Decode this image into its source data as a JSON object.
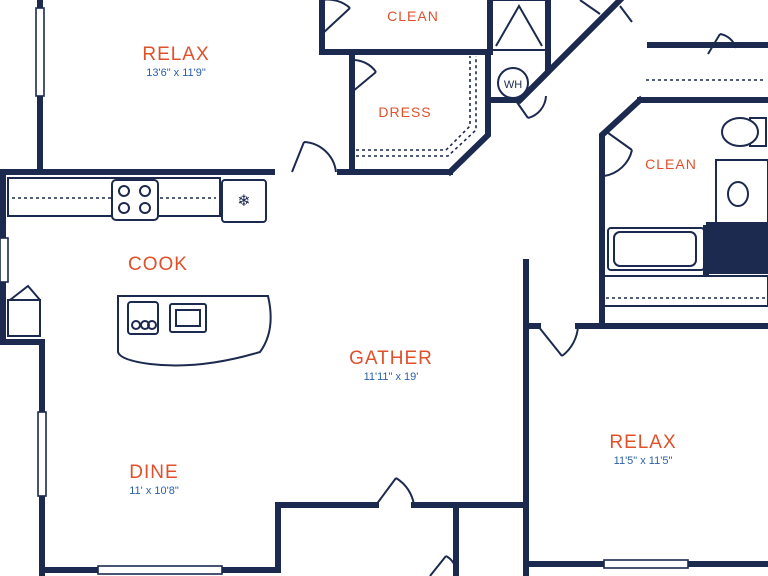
{
  "colors": {
    "walls": "#1b2a4e",
    "room_labels": "#e0502a",
    "dimensions": "#2b5fa8"
  },
  "rooms": {
    "relax_top": {
      "name": "RELAX",
      "size": "13'6\" x 11'9\""
    },
    "clean_top": {
      "name": "CLEAN"
    },
    "dress": {
      "name": "DRESS"
    },
    "clean_right": {
      "name": "CLEAN"
    },
    "cook": {
      "name": "COOK"
    },
    "gather": {
      "name": "GATHER",
      "size": "11'11\" x 19'"
    },
    "dine": {
      "name": "DINE",
      "size": "11' x 10'8\""
    },
    "relax_bottom": {
      "name": "RELAX",
      "size": "11'5\" x 11'5\""
    }
  },
  "fixtures": {
    "water_heater": "WH"
  }
}
